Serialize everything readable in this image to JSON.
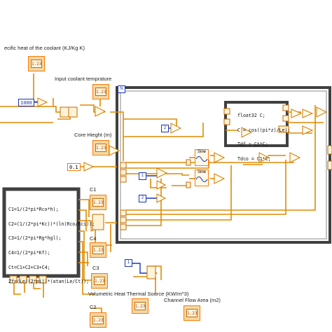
{
  "labels": {
    "specific_heat": "ecific heat of the coolant (KJ/Kg K)",
    "input_temp": "Input coolant temprature",
    "core_height": "Core Hieght (m)",
    "vol_heat": "Volumetric Heat Thermal Source (KW/m^3)",
    "channel_area": "Channel Flow Area (m2)",
    "c1": "C1",
    "c2": "C2",
    "c3": "C3",
    "c4": "C4"
  },
  "constants": {
    "k1000": "1000",
    "k0_1": "0.1",
    "k2": "2",
    "k1": "1",
    "k2b": "2",
    "k1b": "1",
    "n_terminal": "N",
    "indicator_tag": "1.23"
  },
  "formula_node_right": {
    "lines": [
      "float32 C;",
      "C = cos((pi*z)/Le);",
      "Tdf = Ct*C;",
      "Tdco = C1*C;"
    ]
  },
  "formula_node_left": {
    "lines": [
      "C1=1/(2*pi*Rco*h);",
      "C2=(1/(2*pi*Kc))*(ln(Rco/Rci));",
      "C3=1/(2*pi*Rg*hgl);",
      "C4=1/(2*pi*Kf);",
      "Ct=C1+C2+C3+C4;",
      "Zf=(Le/(2*pi))*(atan(Le/Ct));"
    ]
  },
  "blocks": {
    "sine_label": "Sine"
  }
}
